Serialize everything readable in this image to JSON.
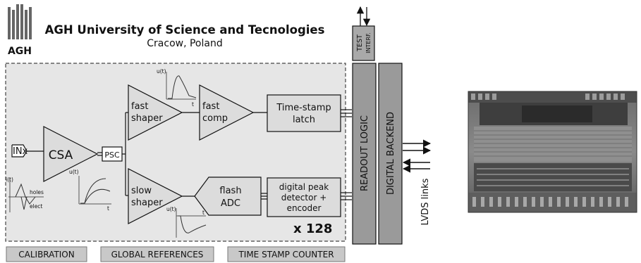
{
  "header": {
    "logo_text": "AGH",
    "title": "AGH University of Science and Tecnologies",
    "subtitle": "Cracow, Poland"
  },
  "blocks": {
    "input": "INx",
    "csa": "CSA",
    "psc": "PSC",
    "fast_shaper": [
      "fast",
      "shaper"
    ],
    "fast_comp": [
      "fast",
      "comp"
    ],
    "timestamp_latch": [
      "Time-stamp",
      "latch"
    ],
    "slow_shaper": [
      "slow",
      "shaper"
    ],
    "flash_adc": [
      "flash",
      "ADC"
    ],
    "peak_detector": [
      "digital peak",
      "detector +",
      "encoder"
    ],
    "multiplier": "x 128",
    "test_interface": [
      "TEST",
      "INTERF."
    ],
    "readout_logic": "READOUT LOGIC",
    "digital_backend": "DIGITAL BACKEND",
    "lvds_links": "LVDS links"
  },
  "waveforms": {
    "i_t": "i(t)",
    "holes": "holes",
    "elect": "elect",
    "u_t": "u(t)",
    "t": "t"
  },
  "bottom_bar": {
    "calibration": "CALIBRATION",
    "global_references": "GLOBAL REFERENCES",
    "time_stamp_counter": "TIME STAMP COUNTER"
  },
  "colors": {
    "panel_fill": "#e6e6e6",
    "block_fill": "#dcdcdc",
    "readout_fill": "#9a9a9a",
    "chip_dark": "#3a3a3a"
  }
}
